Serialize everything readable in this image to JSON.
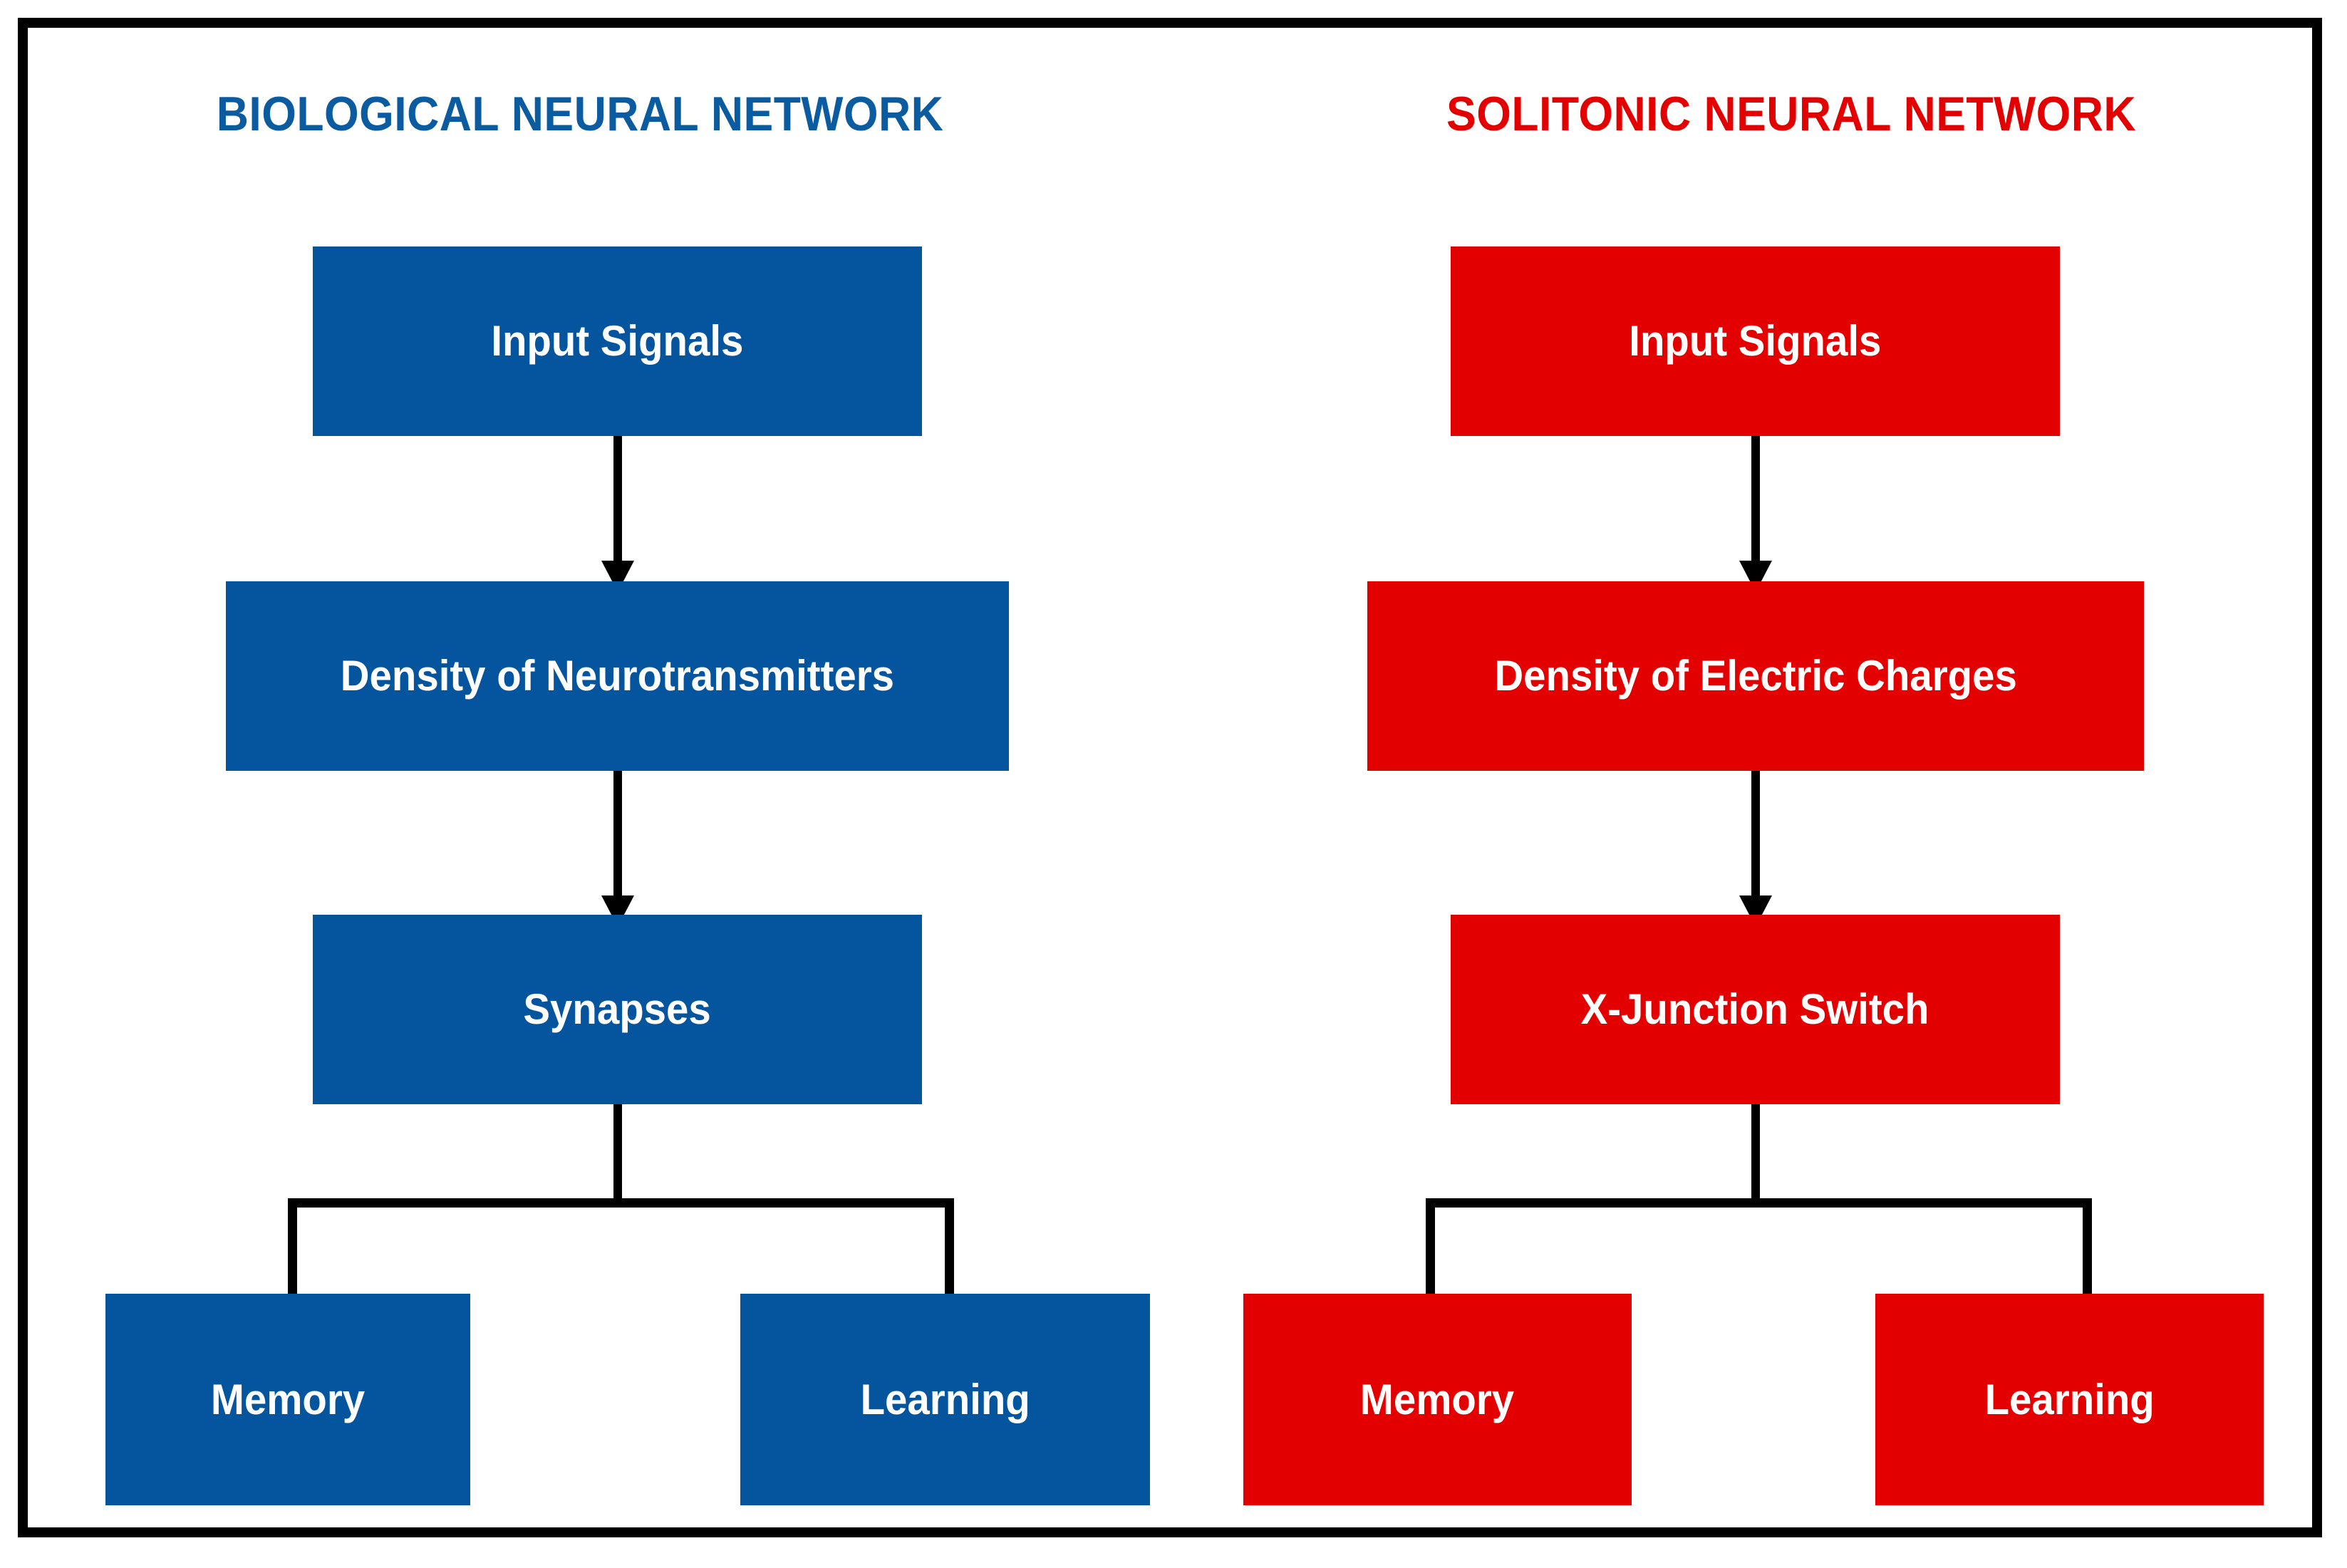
{
  "figure": {
    "frame_color": "#000000",
    "background": "#ffffff",
    "columns": [
      {
        "id": "biological",
        "title": "BIOLOGICAL NEURAL NETWORK",
        "title_color": "#0B5BA0",
        "node_color": "#05559E",
        "nodes": {
          "input": "Input Signals",
          "density": "Density of Neurotransmitters",
          "junction": "Synapses",
          "out_left": "Memory",
          "out_right": "Learning"
        }
      },
      {
        "id": "solitonic",
        "title": "SOLITONIC NEURAL NETWORK",
        "title_color": "#E30000",
        "node_color": "#E30000",
        "nodes": {
          "input": "Input Signals",
          "density": "Density of Electric Charges",
          "junction": "X-Junction Switch",
          "out_left": "Memory",
          "out_right": "Learning"
        }
      }
    ],
    "flow": [
      "input -> density",
      "density -> junction",
      "junction -> memory",
      "junction -> learning"
    ]
  }
}
